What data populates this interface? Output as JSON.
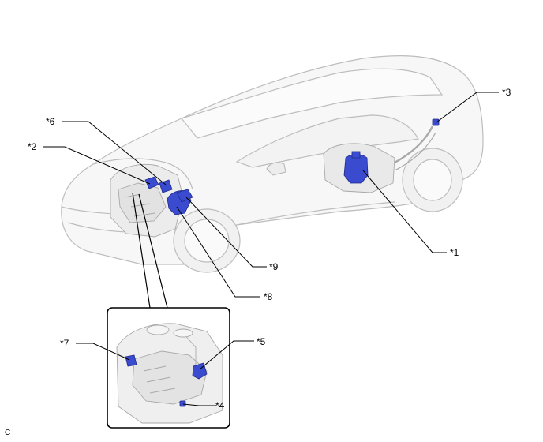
{
  "callouts": {
    "c1": "*1",
    "c2": "*2",
    "c3": "*3",
    "c4": "*4",
    "c5": "*5",
    "c6": "*6",
    "c7": "*7",
    "c8": "*8",
    "c9": "*9"
  },
  "figure_code": "C",
  "colors": {
    "component_blue": "#3a4bd0",
    "car_outline": "#c9c9c9",
    "leader_line": "#000000"
  }
}
